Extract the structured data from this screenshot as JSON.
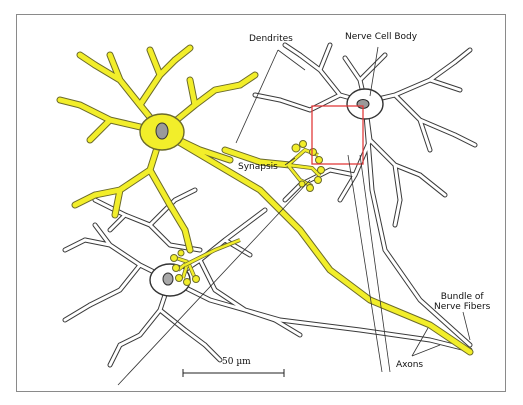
{
  "labels": {
    "dendrites": "Dendrites",
    "cell_body": "Nerve Cell Body",
    "synapsis": "Synapsis",
    "bundle_line1": "Bundle of",
    "bundle_line2": "Nerve Fibers",
    "axons": "Axons",
    "scale": "50 µm"
  },
  "colors": {
    "highlighted_neuron": "#f2ee2a",
    "outline": "#333333",
    "highlight_box": "#e23b3b"
  }
}
